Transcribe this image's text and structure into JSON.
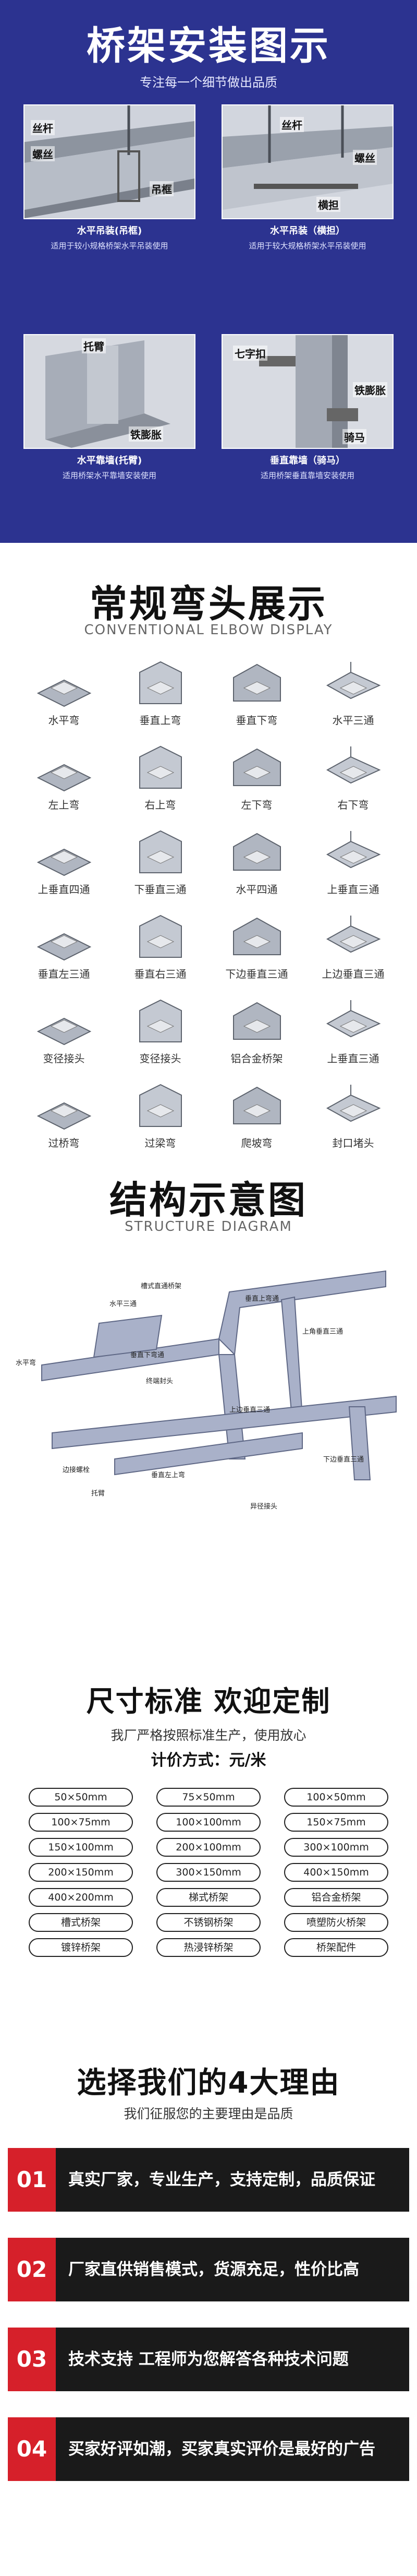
{
  "install": {
    "title": "桥架安装图示",
    "subtitle": "专注每一个细节做出品质",
    "cards": [
      {
        "caption": "水平吊装(吊框)",
        "desc": "适用于较小规格桥架水平吊装使用",
        "labels": [
          "丝杆",
          "螺丝",
          "吊框"
        ]
      },
      {
        "caption": "水平吊装（横担）",
        "desc": "适用于较大规格桥架水平吊装使用",
        "labels": [
          "丝杆",
          "横担",
          "螺丝"
        ]
      },
      {
        "caption": "水平靠墙(托臂)",
        "desc": "适用桥架水平靠墙安装使用",
        "labels": [
          "托臂",
          "铁膨胀"
        ]
      },
      {
        "caption": "垂直靠墙（骑马）",
        "desc": "适用桥架垂直靠墙安装使用",
        "labels": [
          "七字扣",
          "铁膨胀",
          "骑马"
        ]
      }
    ]
  },
  "elbows": {
    "title": "常规弯头展示",
    "subtitle": "CONVENTIONAL ELBOW DISPLAY",
    "items": [
      "水平弯",
      "垂直上弯",
      "垂直下弯",
      "水平三通",
      "左上弯",
      "右上弯",
      "左下弯",
      "右下弯",
      "上垂直四通",
      "下垂直三通",
      "水平四通",
      "上垂直三通",
      "垂直左三通",
      "垂直右三通",
      "下边垂直三通",
      "上边垂直三通",
      "变径接头",
      "变径接头",
      "铝合金桥架",
      "上垂直三通",
      "过桥弯",
      "过梁弯",
      "爬坡弯",
      "封口堵头"
    ]
  },
  "structure": {
    "title": "结构示意图",
    "subtitle": "STRUCTURE DIAGRAM",
    "labels": [
      "槽式直通桥架",
      "水平三通",
      "垂直上弯通",
      "垂直下弯通",
      "上角垂直三通",
      "水平弯",
      "终端封头",
      "上边垂直三通",
      "边接螺栓",
      "垂直左上弯",
      "托臂",
      "下边垂直三通",
      "异径接头"
    ]
  },
  "sizes": {
    "title": "尺寸标准 欢迎定制",
    "desc": "我厂严格按照标准生产，使用放心",
    "price": "计价方式：元/米",
    "pills": [
      "50×50mm",
      "75×50mm",
      "100×50mm",
      "100×75mm",
      "100×100mm",
      "150×75mm",
      "150×100mm",
      "200×100mm",
      "300×100mm",
      "200×150mm",
      "300×150mm",
      "400×150mm",
      "400×200mm",
      "梯式桥架",
      "铝合金桥架",
      "槽式桥架",
      "不锈钢桥架",
      "喷塑防火桥架",
      "镀锌桥架",
      "热浸锌桥架",
      "桥架配件"
    ]
  },
  "reasons": {
    "title": "选择我们的4大理由",
    "desc": "我们征服您的主要理由是品质",
    "items": [
      {
        "num": "01",
        "text": "真实厂家，专业生产，支持定制，品质保证"
      },
      {
        "num": "02",
        "text": "厂家直供销售模式，货源充足，性价比高"
      },
      {
        "num": "03",
        "text": "技术支持 工程师为您解答各种技术问题"
      },
      {
        "num": "04",
        "text": "买家好评如潮，买家真实评价是最好的广告"
      }
    ]
  },
  "colors": {
    "navy": "#2c3390",
    "red": "#d6202a",
    "dark": "#1a1a1a",
    "steel": "#9aa3b5"
  }
}
